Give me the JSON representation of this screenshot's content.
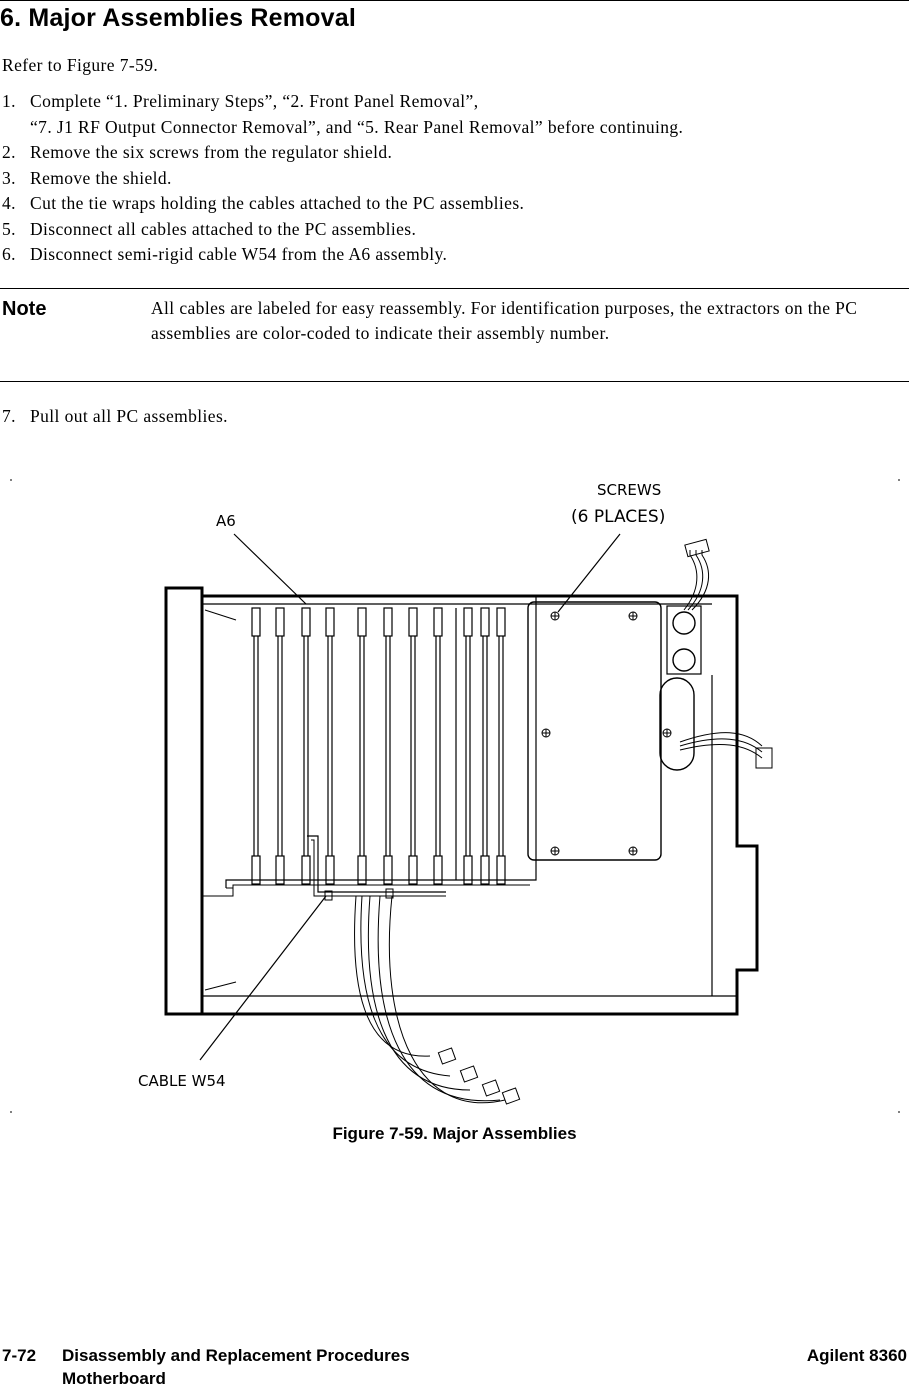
{
  "heading": "6. Major Assemblies Removal",
  "intro": "Refer to Figure 7-59.",
  "steps": [
    {
      "num": "1.",
      "lines": [
        "Complete “1. Preliminary Steps”, “2. Front Panel Removal”,",
        "“7. J1 RF Output Connector Removal”, and “5. Rear Panel Removal” before continuing."
      ]
    },
    {
      "num": "2.",
      "lines": [
        "Remove the six screws from the regulator shield."
      ]
    },
    {
      "num": "3.",
      "lines": [
        "Remove the shield."
      ]
    },
    {
      "num": "4.",
      "lines": [
        "Cut the tie wraps holding the cables attached to the PC assemblies."
      ]
    },
    {
      "num": "5.",
      "lines": [
        "Disconnect all cables attached to the PC assemblies."
      ]
    },
    {
      "num": "6.",
      "lines": [
        "Disconnect semi-rigid cable W54 from the A6 assembly."
      ]
    }
  ],
  "note": {
    "label": "Note",
    "text": "All cables are labeled for easy reassembly. For identification purposes, the extractors on the PC assemblies are color-coded to indicate their assembly number."
  },
  "step7": {
    "num": "7.",
    "text": "Pull out all PC assemblies."
  },
  "figure": {
    "label_a6": "A6",
    "label_screws_1": "SCREWS",
    "label_screws_2": "(6  PLACES)",
    "label_cable": "CABLE  W54"
  },
  "caption": "Figure 7-59. Major Assemblies",
  "footer": {
    "page_number": "7-72",
    "section": "Disassembly and Replacement Procedures",
    "subsection": "Motherboard",
    "product": "Agilent 8360"
  }
}
